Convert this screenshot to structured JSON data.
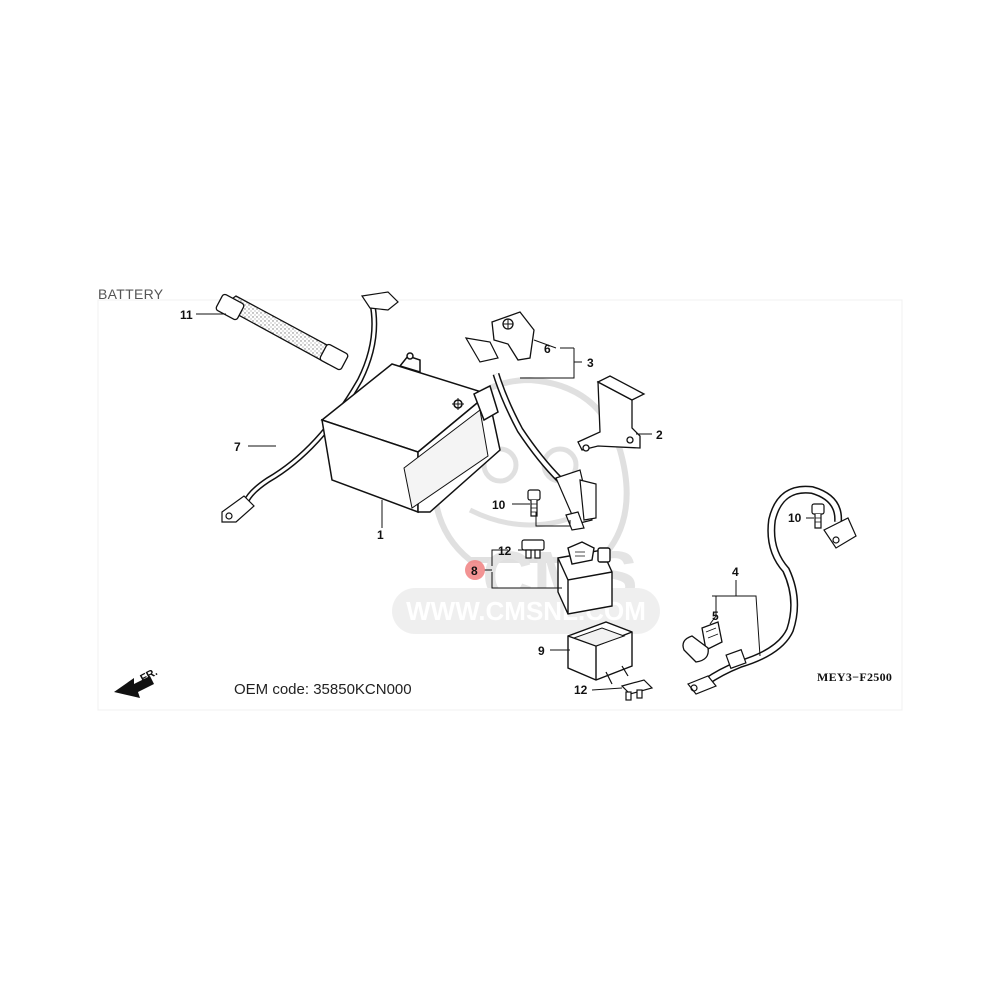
{
  "header": {
    "title": "BATTERY"
  },
  "footer": {
    "oem_code_text": "OEM code: 35850KCN000",
    "diagram_code": "MEY3−F2500"
  },
  "direction_indicator": {
    "label": "FR."
  },
  "watermark": {
    "brand": "CMS",
    "url": "WWW.CMSNL.COM"
  },
  "highlight_color": "#f08080",
  "callouts": [
    {
      "id": "c11",
      "label": "11",
      "part": "battery-band"
    },
    {
      "id": "c7",
      "label": "7",
      "part": "battery-negative-cable"
    },
    {
      "id": "c1",
      "label": "1",
      "part": "battery"
    },
    {
      "id": "c6",
      "label": "6",
      "part": "terminal-cover"
    },
    {
      "id": "c3",
      "label": "3",
      "part": "positive-cable-assy"
    },
    {
      "id": "c2",
      "label": "2",
      "part": "battery-holder-stay"
    },
    {
      "id": "c10a",
      "label": "10",
      "part": "bolt"
    },
    {
      "id": "c12a",
      "label": "12",
      "part": "fuse"
    },
    {
      "id": "c8",
      "label": "8",
      "part": "starter-magnetic-switch-assy",
      "highlighted": true
    },
    {
      "id": "c9",
      "label": "9",
      "part": "relay-cover"
    },
    {
      "id": "c12b",
      "label": "12",
      "part": "fuse"
    },
    {
      "id": "c4",
      "label": "4",
      "part": "starter-motor-cable"
    },
    {
      "id": "c5",
      "label": "5",
      "part": "terminal-cap"
    },
    {
      "id": "c10b",
      "label": "10",
      "part": "bolt"
    }
  ]
}
